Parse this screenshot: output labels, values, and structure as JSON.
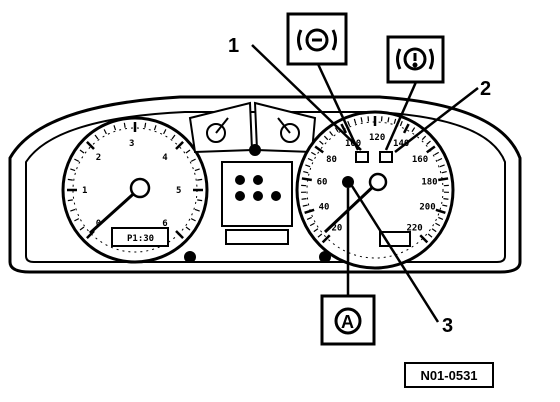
{
  "callouts": {
    "one": "1",
    "two": "2",
    "three": "3"
  },
  "icons": {
    "callout_1": "brake-pad-warning-icon",
    "callout_2": "brake-system-warning-icon",
    "callout_3": "abs-warning-icon"
  },
  "abs_box_text": "A",
  "reference_code": "N01-0531",
  "tachometer": {
    "ticks": [
      "0",
      "1",
      "2",
      "3",
      "4",
      "5",
      "6"
    ],
    "odometer": "P1:30"
  },
  "speedometer": {
    "ticks": [
      "20",
      "40",
      "60",
      "80",
      "100",
      "120",
      "140",
      "160",
      "180",
      "200",
      "220"
    ]
  }
}
